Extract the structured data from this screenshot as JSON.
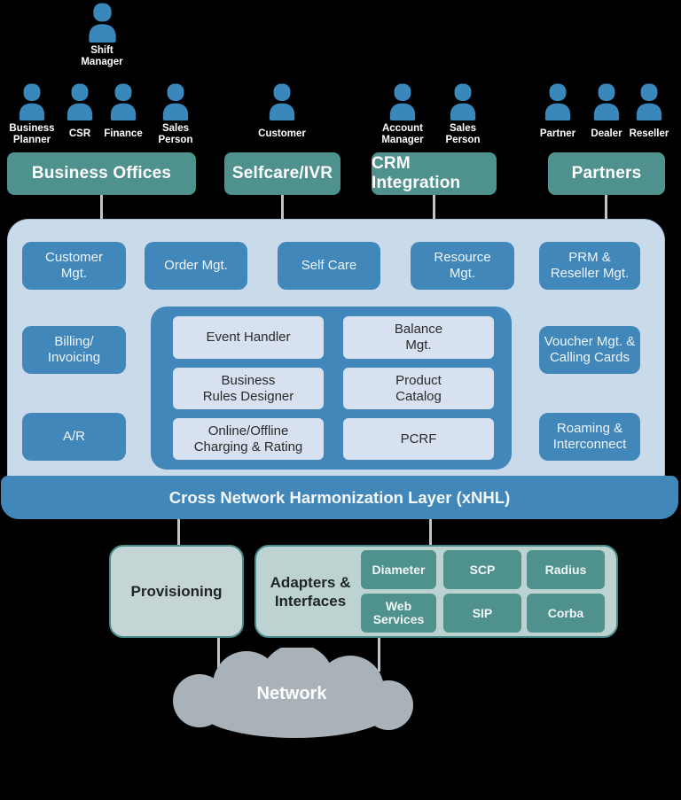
{
  "palette": {
    "background": "#000000",
    "person_blue": "#3A87BC",
    "channel_teal": "#4F918D",
    "panel_light_blue": "#C9DAEB",
    "module_blue": "#4287BA",
    "core_box_light": "#D7E1F0",
    "provisioning_fill": "#C5D5D6",
    "adapters_fill": "#BDD3D1",
    "adapter_box_teal": "#4F918D",
    "cloud_gray": "#A9B2B8",
    "connector_gray": "#C0C4C7",
    "text_light": "#FFFFFF",
    "text_dark": "#2B2B2B"
  },
  "actors": {
    "shift_manager": "Shift\nManager",
    "business_planner": "Business\nPlanner",
    "csr": "CSR",
    "finance": "Finance",
    "sales_person_left": "Sales\nPerson",
    "customer": "Customer",
    "account_manager": "Account\nManager",
    "sales_person_crm": "Sales\nPerson",
    "partner": "Partner",
    "dealer": "Dealer",
    "reseller": "Reseller"
  },
  "channels": {
    "business_offices": "Business Offices",
    "selfcare_ivr": "Selfcare/IVR",
    "crm_integration": "CRM Integration",
    "partners": "Partners"
  },
  "bss_modules": {
    "customer_mgt": "Customer\nMgt.",
    "order_mgt": "Order Mgt.",
    "self_care": "Self Care",
    "resource_mgt": "Resource\nMgt.",
    "prm_reseller_mgt": "PRM &\nReseller Mgt.",
    "billing_invoicing": "Billing/\nInvoicing",
    "accounts_receivable": "A/R",
    "voucher_calling_cards": "Voucher Mgt. &\nCalling Cards",
    "roaming_interconnect": "Roaming &\nInterconnect"
  },
  "core_modules": {
    "event_handler": "Event Handler",
    "balance_mgt": "Balance\nMgt.",
    "business_rules_designer": "Business\nRules Designer",
    "product_catalog": "Product\nCatalog",
    "online_offline_charging": "Online/Offline\nCharging & Rating",
    "pcrf": "PCRF"
  },
  "xnhl": "Cross Network Harmonization Layer (xNHL)",
  "bottom": {
    "provisioning": "Provisioning",
    "adapters_interfaces": "Adapters &\nInterfaces",
    "adapters": {
      "diameter": "Diameter",
      "scp": "SCP",
      "radius": "Radius",
      "web_services": "Web\nServices",
      "sip": "SIP",
      "corba": "Corba"
    },
    "network": "Network"
  }
}
